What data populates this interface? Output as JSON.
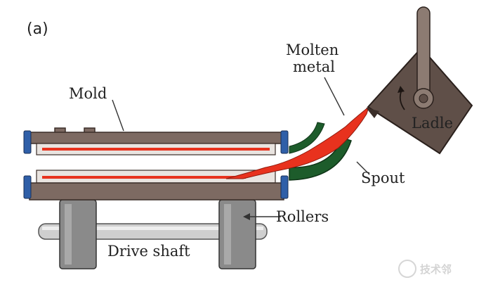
{
  "panel_label": "(a)",
  "labels": {
    "mold": "Mold",
    "molten_metal_line1": "Molten",
    "molten_metal_line2": "metal",
    "ladle": "Ladle",
    "spout": "Spout",
    "rollers": "Rollers",
    "drive_shaft": "Drive  shaft"
  },
  "watermark": "技术邻",
  "colors": {
    "mold": "#7d6a62",
    "mold_stroke": "#3b2e29",
    "end_cap": "#2f5fa8",
    "molten": "#e8321e",
    "spout_outer": "#1d5c2b",
    "ladle": "#5f4f48",
    "roller": "#828282",
    "shaft": "#c9c9c9"
  }
}
